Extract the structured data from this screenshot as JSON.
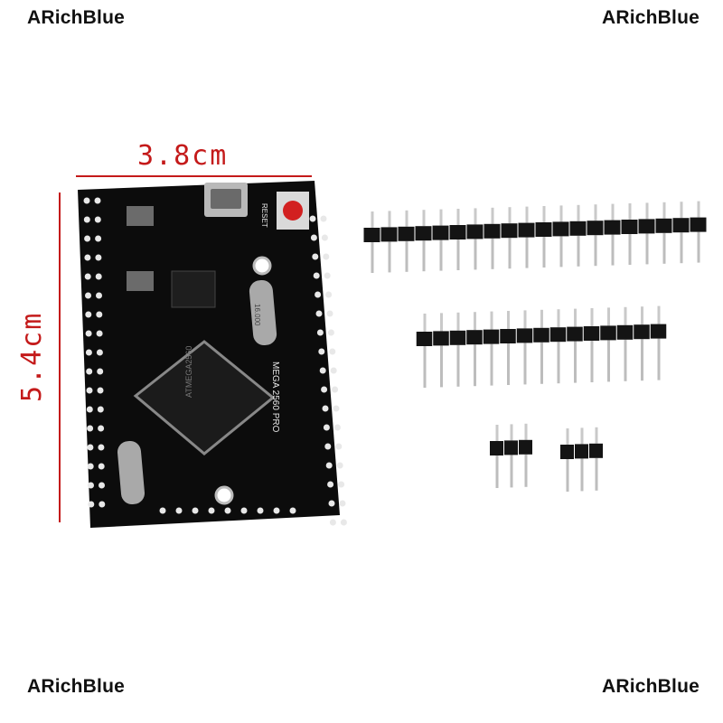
{
  "watermark": {
    "top_left": "ARichBlue",
    "top_right": "ARichBlue",
    "bottom_left": "ARichBlue",
    "bottom_right": "ARichBlue"
  },
  "dimensions": {
    "width_label": "3.8cm",
    "height_label": "5.4cm"
  },
  "board_silkscreen": {
    "reset_label": "RESET",
    "model_label": "MEGA 2560 PRO",
    "chip_label": "ATMEGA2560",
    "crystal_label": "16.000"
  },
  "colors": {
    "board": "#0c0c0c",
    "dimension_lines": "#c41a1a",
    "reset_button": "#d22020",
    "header_pins": "#c9c9c9"
  }
}
